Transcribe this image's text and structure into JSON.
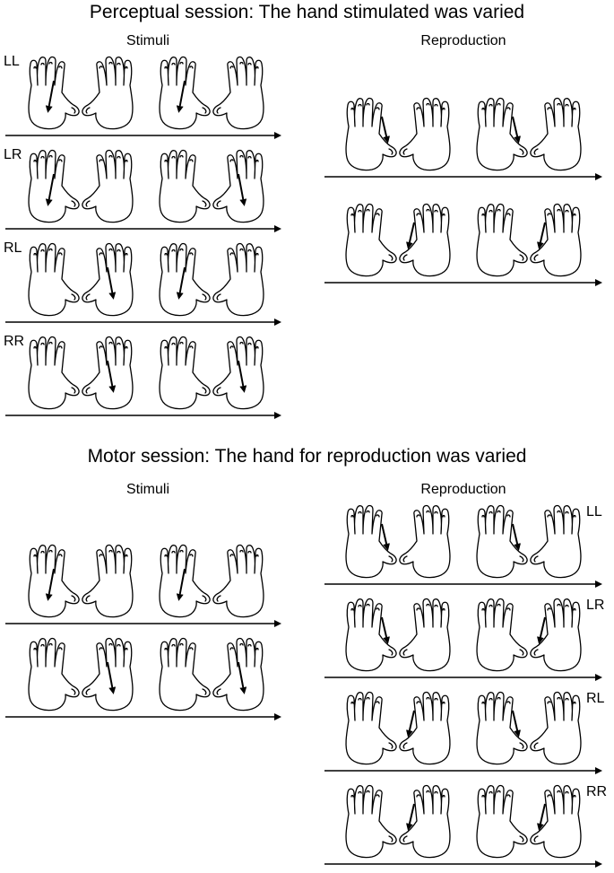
{
  "perceptual": {
    "title": "Perceptual session: The hand stimulated was varied",
    "stimuli_header": "Stimuli",
    "reproduction_header": "Reproduction",
    "stimuli_rows": [
      {
        "label": "LL",
        "pairs": [
          "left",
          "left"
        ]
      },
      {
        "label": "LR",
        "pairs": [
          "left",
          "right"
        ]
      },
      {
        "label": "RL",
        "pairs": [
          "right",
          "left"
        ]
      },
      {
        "label": "RR",
        "pairs": [
          "right",
          "right"
        ]
      }
    ],
    "reproduction_rows": [
      {
        "label": "",
        "pairs": [
          "left",
          "left"
        ]
      },
      {
        "label": "",
        "pairs": [
          "right",
          "right"
        ]
      }
    ]
  },
  "motor": {
    "title": "Motor session: The hand for reproduction was varied",
    "stimuli_header": "Stimuli",
    "reproduction_header": "Reproduction",
    "stimuli_rows": [
      {
        "label": "",
        "pairs": [
          "left",
          "left"
        ]
      },
      {
        "label": "",
        "pairs": [
          "right",
          "right"
        ]
      }
    ],
    "reproduction_rows": [
      {
        "label": "LL",
        "pairs": [
          "left",
          "left"
        ]
      },
      {
        "label": "LR",
        "pairs": [
          "left",
          "right"
        ]
      },
      {
        "label": "RL",
        "pairs": [
          "right",
          "left"
        ]
      },
      {
        "label": "RR",
        "pairs": [
          "right",
          "right"
        ]
      }
    ]
  }
}
